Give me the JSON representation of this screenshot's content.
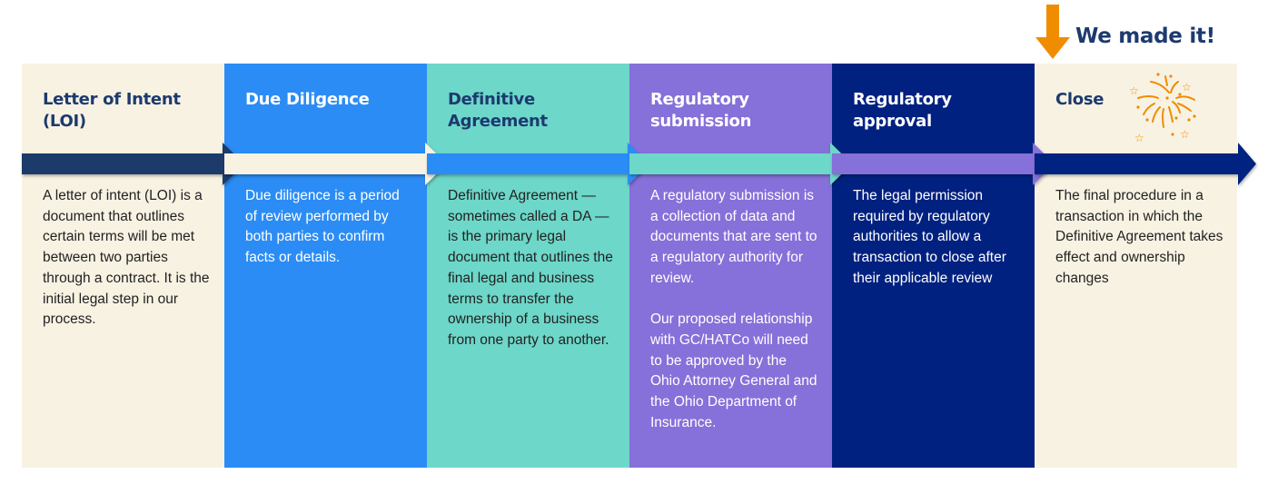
{
  "callout": {
    "text": "We made it!",
    "icon": "down-arrow-icon",
    "color": "#f08c00"
  },
  "stages": [
    {
      "title": "Letter of Intent (LOI)",
      "description": "A letter of intent (LOI) is a document that outlines certain terms will be met between two parties through a contract. It is the initial legal step in our process.",
      "bg": "#f8f2e3",
      "fg": "#1d3a6e",
      "text": "#222222",
      "arrow": "#1b3a6b"
    },
    {
      "title": "Due Diligence",
      "description": "Due diligence is a period of review performed by both parties to confirm facts or details.",
      "bg": "#2b8cf5",
      "fg": "#ffffff",
      "text": "#ffffff",
      "arrow": "#f8f2e3"
    },
    {
      "title": "Definitive Agreement",
      "description": "Definitive Agreement — sometimes called a DA — is the primary legal document that outlines the final legal and business terms to transfer the ownership of a business from one party to another.",
      "bg": "#6dd7c9",
      "fg": "#1d3a6e",
      "text": "#222222",
      "arrow": "#2b8cf5"
    },
    {
      "title": "Regulatory submission",
      "description": "A regulatory submission is a collection of data and documents that are sent to a regulatory authority for review.\n\nOur proposed relationship with GC/HATCo will need to be approved by the Ohio Attorney General and the Ohio Department of Insurance.",
      "bg": "#8670d9",
      "fg": "#ffffff",
      "text": "#ffffff",
      "arrow": "#6dd7c9"
    },
    {
      "title": "Regulatory approval",
      "description": "The legal permission required by regulatory authorities to allow a transaction to close after their applicable review",
      "bg": "#012180",
      "fg": "#ffffff",
      "text": "#ffffff",
      "arrow": "#8670d9"
    },
    {
      "title": "Close",
      "description": "The final procedure in a transaction in which the Definitive Agreement takes effect and ownership changes",
      "bg": "#f8f2e3",
      "fg": "#1d3a6e",
      "text": "#222222",
      "arrow": "#012180",
      "icon": "fireworks-icon"
    }
  ]
}
